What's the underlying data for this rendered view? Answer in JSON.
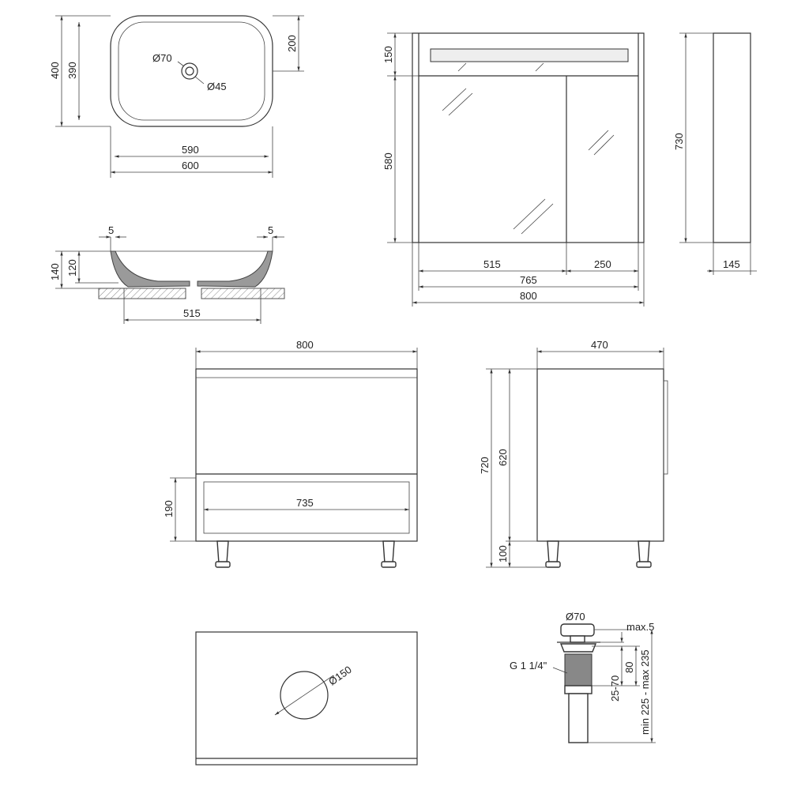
{
  "basin_top": {
    "d400": "400",
    "d390": "390",
    "d200": "200",
    "d590": "590",
    "d600": "600",
    "hole_outer": "Ø70",
    "hole_inner": "Ø45"
  },
  "basin_side": {
    "rim_left": "5",
    "rim_right": "5",
    "d140": "140",
    "d120": "120",
    "d515": "515"
  },
  "mirror_front": {
    "d150": "150",
    "d580": "580",
    "d515": "515",
    "d250": "250",
    "d765": "765",
    "d800": "800"
  },
  "mirror_side": {
    "d730": "730",
    "d145": "145"
  },
  "vanity_front": {
    "d800": "800",
    "d190": "190",
    "d735": "735"
  },
  "vanity_side": {
    "d470": "470",
    "d720": "720",
    "d620": "620",
    "d100": "100"
  },
  "countertop_top": {
    "hole": "Ø150"
  },
  "drain": {
    "d70": "Ø70",
    "max5": "max.5",
    "thread": "G 1 1/4\"",
    "d80": "80",
    "d25_70": "25-70",
    "height": "min 225 - max 235"
  }
}
